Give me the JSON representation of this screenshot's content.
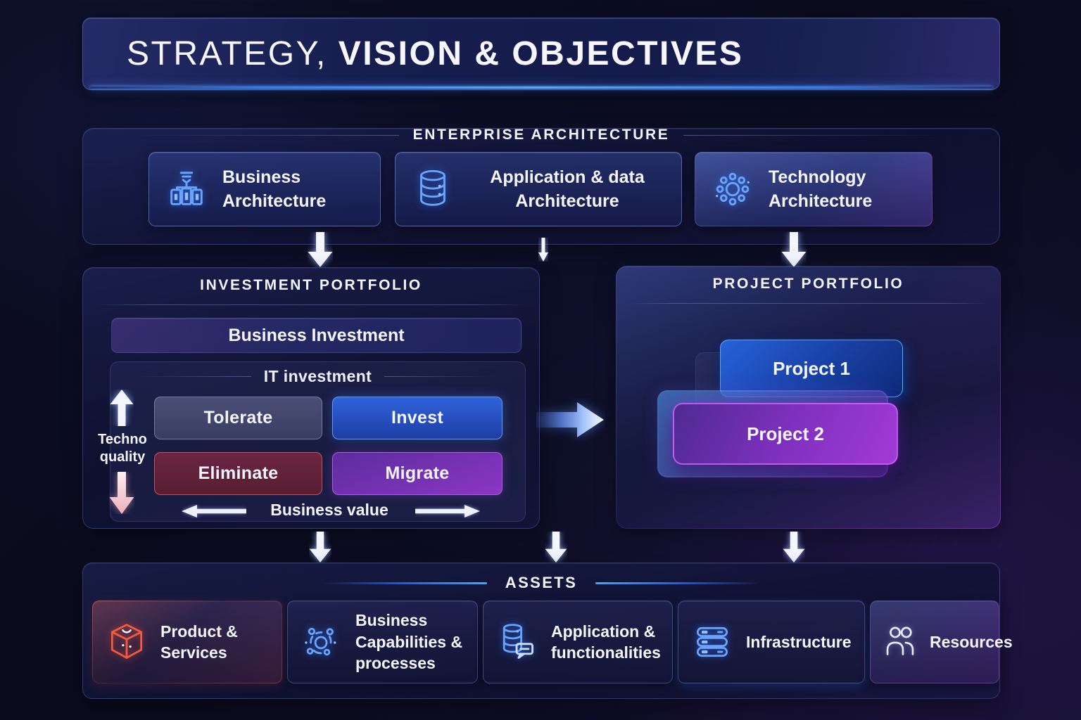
{
  "banner": {
    "title_light": "STRATEGY,",
    "title_bold": "VISION & OBJECTIVES"
  },
  "enterprise_architecture": {
    "title": "ENTERPRISE ARCHITECTURE",
    "cards": [
      {
        "label": "Business Architecture",
        "icon": "building-antenna-icon"
      },
      {
        "label": "Application & data Architecture",
        "icon": "database-icon"
      },
      {
        "label": "Technology Architecture",
        "icon": "gear-icon"
      }
    ]
  },
  "investment_portfolio": {
    "title": "INVESTMENT PORTFOLIO",
    "business_investment": "Business Investment",
    "it_investment": "IT investment",
    "quadrants": [
      {
        "label": "Tolerate",
        "color": "#42456c"
      },
      {
        "label": "Invest",
        "color": "#2753c2"
      },
      {
        "label": "Eliminate",
        "color": "#62223b"
      },
      {
        "label": "Migrate",
        "color": "#7a32b1"
      }
    ],
    "y_axis": "Techno quality",
    "x_axis": "Business value"
  },
  "project_portfolio": {
    "title": "PROJECT PORTFOLIO",
    "items": [
      {
        "label": "Project 1",
        "color": "#1c4fb8"
      },
      {
        "label": "Project 2",
        "color": "#8c34c8"
      }
    ]
  },
  "assets": {
    "title": "ASSETS",
    "cards": [
      {
        "label": "Product & Services",
        "icon": "cube-icon"
      },
      {
        "label": "Business Capabilities & processes",
        "icon": "molecule-icon"
      },
      {
        "label": "Application & functionalities",
        "icon": "database-chat-icon"
      },
      {
        "label": "Infrastructure",
        "icon": "server-rack-icon"
      },
      {
        "label": "Resources",
        "icon": "people-icon"
      }
    ]
  },
  "colors": {
    "background": "#0a0b1c",
    "accent_blue": "#3f7df0",
    "neon_icon_blue": "#6aa4f8",
    "accent_red": "#ef5a40",
    "accent_purple": "#a23ad7",
    "arrow_white": "#f3f5ff",
    "arrow_pink": "#efb6c0"
  }
}
